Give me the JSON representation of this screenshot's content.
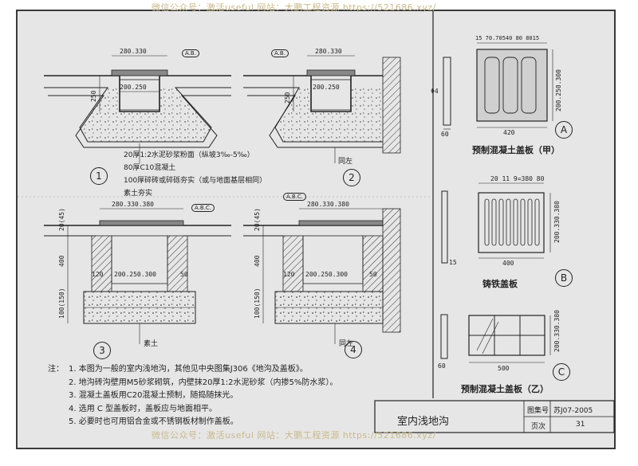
{
  "watermark": {
    "top": "微信公众号：激活useful  网站：大鹏工程资源 https://521686.xyz/",
    "bottom": "微信公众号：激活useful  网站：大鹏工程资源 https://521686.xyz/"
  },
  "details": {
    "d1": {
      "label": "1",
      "dim_top": "280.330",
      "dim_inner": "200.250",
      "dim_h": "250",
      "ref": "A.B."
    },
    "d2": {
      "label": "2",
      "dim_top": "280.330",
      "dim_inner": "200.250",
      "dim_h": "250",
      "ref": "A.B.",
      "wall_note": "同左"
    },
    "d3": {
      "label": "3",
      "dim_top": "280.330.380",
      "dim_inner": "200.250.300",
      "dim_h": "400",
      "dim_base": "100(150)",
      "dim_left": "20(45)",
      "side_a": "120",
      "side_b": "50",
      "ref": "A.B.C.",
      "soil_note": "素土"
    },
    "d4": {
      "label": "4",
      "dim_top": "280.330.380",
      "dim_inner": "200.250.300",
      "dim_h": "400",
      "dim_base": "100(150)",
      "dim_left": "20(45)",
      "side_a": "120",
      "side_b": "50",
      "ref": "A.B.C.",
      "soil_note": "同左"
    }
  },
  "layers": [
    "20厚1:2水泥砂浆粉面（纵坡3‰-5‰）",
    "80厚C10混凝土",
    "100厚碎砖或碎砾夯实（或与地面基层相同）",
    "素土夯实"
  ],
  "covers": {
    "a": {
      "label": "A",
      "caption": "预制混凝土盖板（甲）",
      "top_dim": "15 70.70540 80 8015",
      "width": "420",
      "height": "200.250.300",
      "rebar": "Φ4",
      "thick": "60"
    },
    "b": {
      "label": "B",
      "caption": "铸铁盖板",
      "top_dim": "20 11 9=380  80",
      "width": "400",
      "height": "200.330.380",
      "thick": "15"
    },
    "c": {
      "label": "C",
      "caption": "预制混凝土盖板（乙）",
      "width": "500",
      "height": "200.330.380",
      "thick": "60"
    }
  },
  "notes": {
    "prefix": "注：",
    "items": [
      "1. 本图为一般的室内浅地沟，其他见中央图集J306《地沟及盖板》。",
      "2. 地沟砖沟壁用M5砂浆砌筑，内壁抹20厚1:2水泥砂浆（内掺5%防水浆）。",
      "3. 混凝土盖板用C20混凝土预制，随捣随抹光。",
      "4. 选用 C 型盖板时，盖板应与地面相平。",
      "5. 必要时也可用铝合金或不锈钢板材制作盖板。"
    ]
  },
  "title_block": {
    "title": "室内浅地沟",
    "atlas_label": "图集号",
    "atlas_value": "苏J07-2005",
    "page_label": "页次",
    "page_value": "31"
  }
}
